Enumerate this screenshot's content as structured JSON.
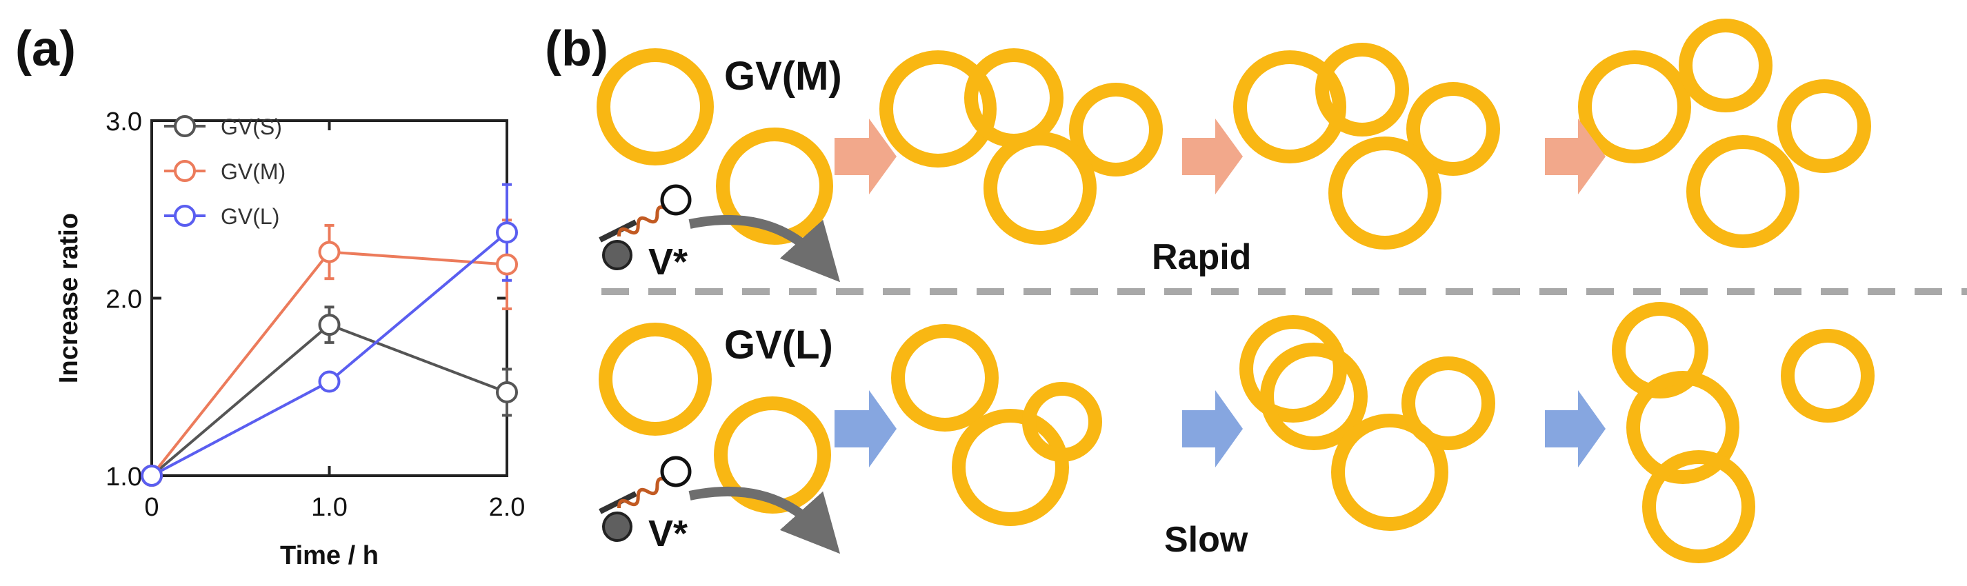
{
  "panel_a": {
    "label": "(a)",
    "chart_data": {
      "type": "line",
      "xlabel": "Time / h",
      "ylabel": "Increase ratio",
      "xlim": [
        0,
        2.0
      ],
      "ylim": [
        1.0,
        3.0
      ],
      "x_ticks": [
        "0",
        "1.0",
        "2.0"
      ],
      "y_ticks": [
        "1.0",
        "2.0",
        "3.0"
      ],
      "x": [
        0,
        1.0,
        2.0
      ],
      "legend_placement": "top-left",
      "series": [
        {
          "name": "GV(S)",
          "color": "#555555",
          "values": [
            1.0,
            1.85,
            1.47
          ],
          "errors": [
            0,
            0.1,
            0.13
          ]
        },
        {
          "name": "GV(M)",
          "color": "#ec7b5b",
          "values": [
            1.0,
            2.26,
            2.19
          ],
          "errors": [
            0,
            0.15,
            0.25
          ]
        },
        {
          "name": "GV(L)",
          "color": "#5a5ef0",
          "values": [
            1.0,
            1.53,
            2.37
          ],
          "errors": [
            0,
            0,
            0.27
          ]
        }
      ]
    }
  },
  "panel_b": {
    "label": "(b)",
    "top_title": "GV(M)",
    "bottom_title": "GV(L)",
    "top_speed": "Rapid",
    "bottom_speed": "Slow",
    "reagent_label": "V*",
    "vesicle_color": "#f9b713",
    "top_arrow_color": "#f2a88b",
    "bottom_arrow_color": "#86a6e0",
    "divider_color": "#a8a8a8"
  }
}
